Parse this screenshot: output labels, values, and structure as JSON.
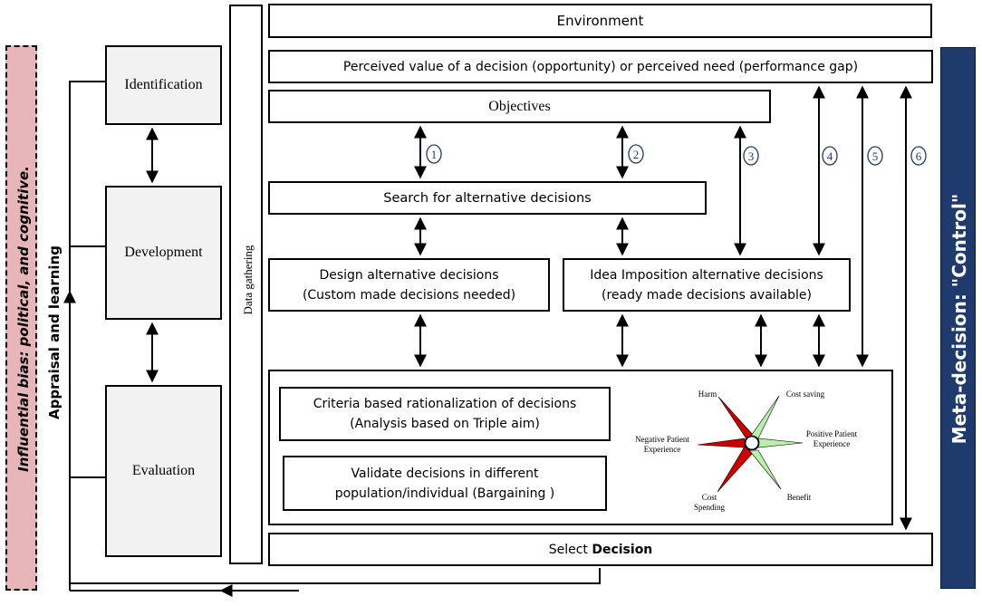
{
  "left_bar": {
    "text": "Influential bias: political, and cognitive."
  },
  "appraisal": {
    "text": "Appraisal and learning"
  },
  "phases": {
    "identification": "Identification",
    "development": "Development",
    "evaluation": "Evaluation"
  },
  "data_gathering": "Data gathering",
  "environment": "Environment",
  "perceived": "Perceived value of a decision (opportunity) or  perceived need (performance  gap)",
  "objectives": "Objectives",
  "search": "Search for alternative decisions",
  "design": {
    "line1": "Design alternative decisions",
    "line2": "(Custom made decisions needed)"
  },
  "idea": {
    "line1": "Idea Imposition alternative decisions",
    "line2": "(ready made decisions available)"
  },
  "criteria": {
    "line1": "Criteria based rationalization of decisions",
    "line2": "(Analysis based on Triple aim)"
  },
  "validate": {
    "line1": "Validate decisions in different",
    "line2": "population/individual (Bargaining )"
  },
  "select": {
    "prefix": "Select ",
    "bold": "Decision"
  },
  "meta": "Meta-decision: \"Control\"",
  "numbers": [
    "1",
    "2",
    "3",
    "4",
    "5",
    "6"
  ],
  "star_labels": {
    "harm": "Harm",
    "cost_saving": "Cost saving",
    "positive_1": "Positive Patient",
    "positive_2": "Experience",
    "negative_1": "Negative Patient",
    "negative_2": "Experience",
    "cost_spending_1": "Cost",
    "cost_spending_2": "Spending",
    "benefit": "Benefit"
  },
  "colors": {
    "pink": "#e8b6b8",
    "navy": "#1f3b6e",
    "red": "#cc0000",
    "green": "#b7f0a8"
  }
}
